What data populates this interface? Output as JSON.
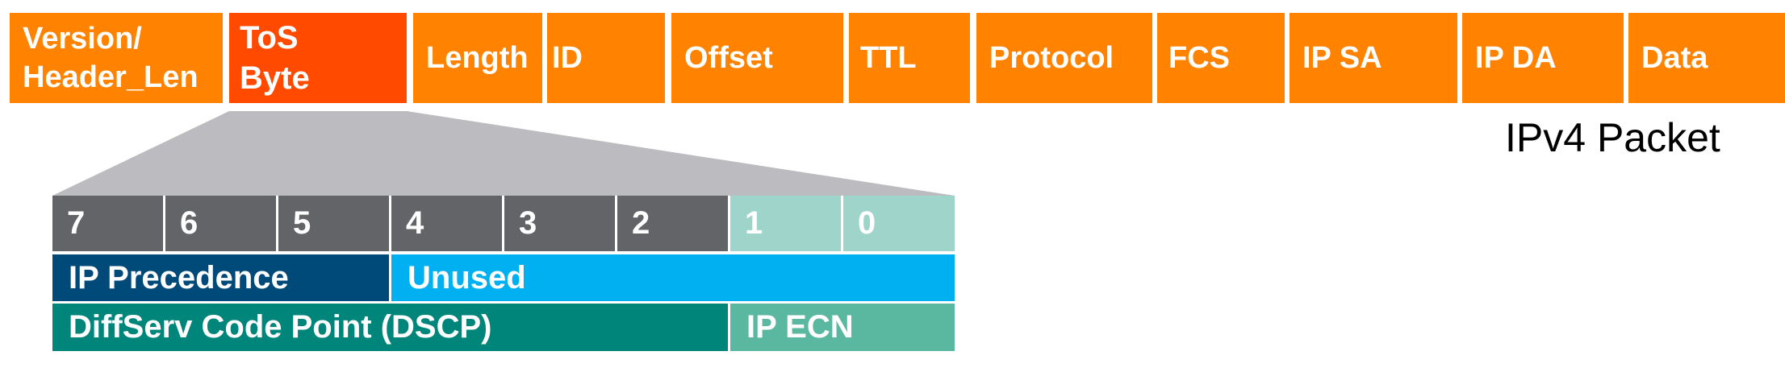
{
  "header_fields": [
    {
      "line1": "Version/",
      "line2": "Header_Len"
    },
    {
      "line1": "ToS",
      "line2": "Byte"
    },
    {
      "line1": "Length"
    },
    {
      "line1": "ID"
    },
    {
      "line1": "Offset"
    },
    {
      "line1": "TTL"
    },
    {
      "line1": "Protocol"
    },
    {
      "line1": "FCS"
    },
    {
      "line1": "IP SA"
    },
    {
      "line1": "IP DA"
    },
    {
      "line1": "Data"
    }
  ],
  "caption": "IPv4 Packet",
  "bits": [
    "7",
    "6",
    "5",
    "4",
    "3",
    "2",
    "1",
    "0"
  ],
  "precedence_row": {
    "ip_precedence": "IP Precedence",
    "unused": "Unused"
  },
  "dscp_row": {
    "dscp": "DiffServ Code Point (DSCP)",
    "ecn": "IP ECN"
  },
  "colors": {
    "field": "#ff8200",
    "tos_field": "#ff4a00",
    "bit_gray": "#636468",
    "bit_light": "#9fd4ca",
    "ip_precedence": "#004a7a",
    "unused": "#00b0f0",
    "dscp": "#00857a",
    "ecn": "#5bb8a0",
    "wedge": "#bcbbbf"
  }
}
